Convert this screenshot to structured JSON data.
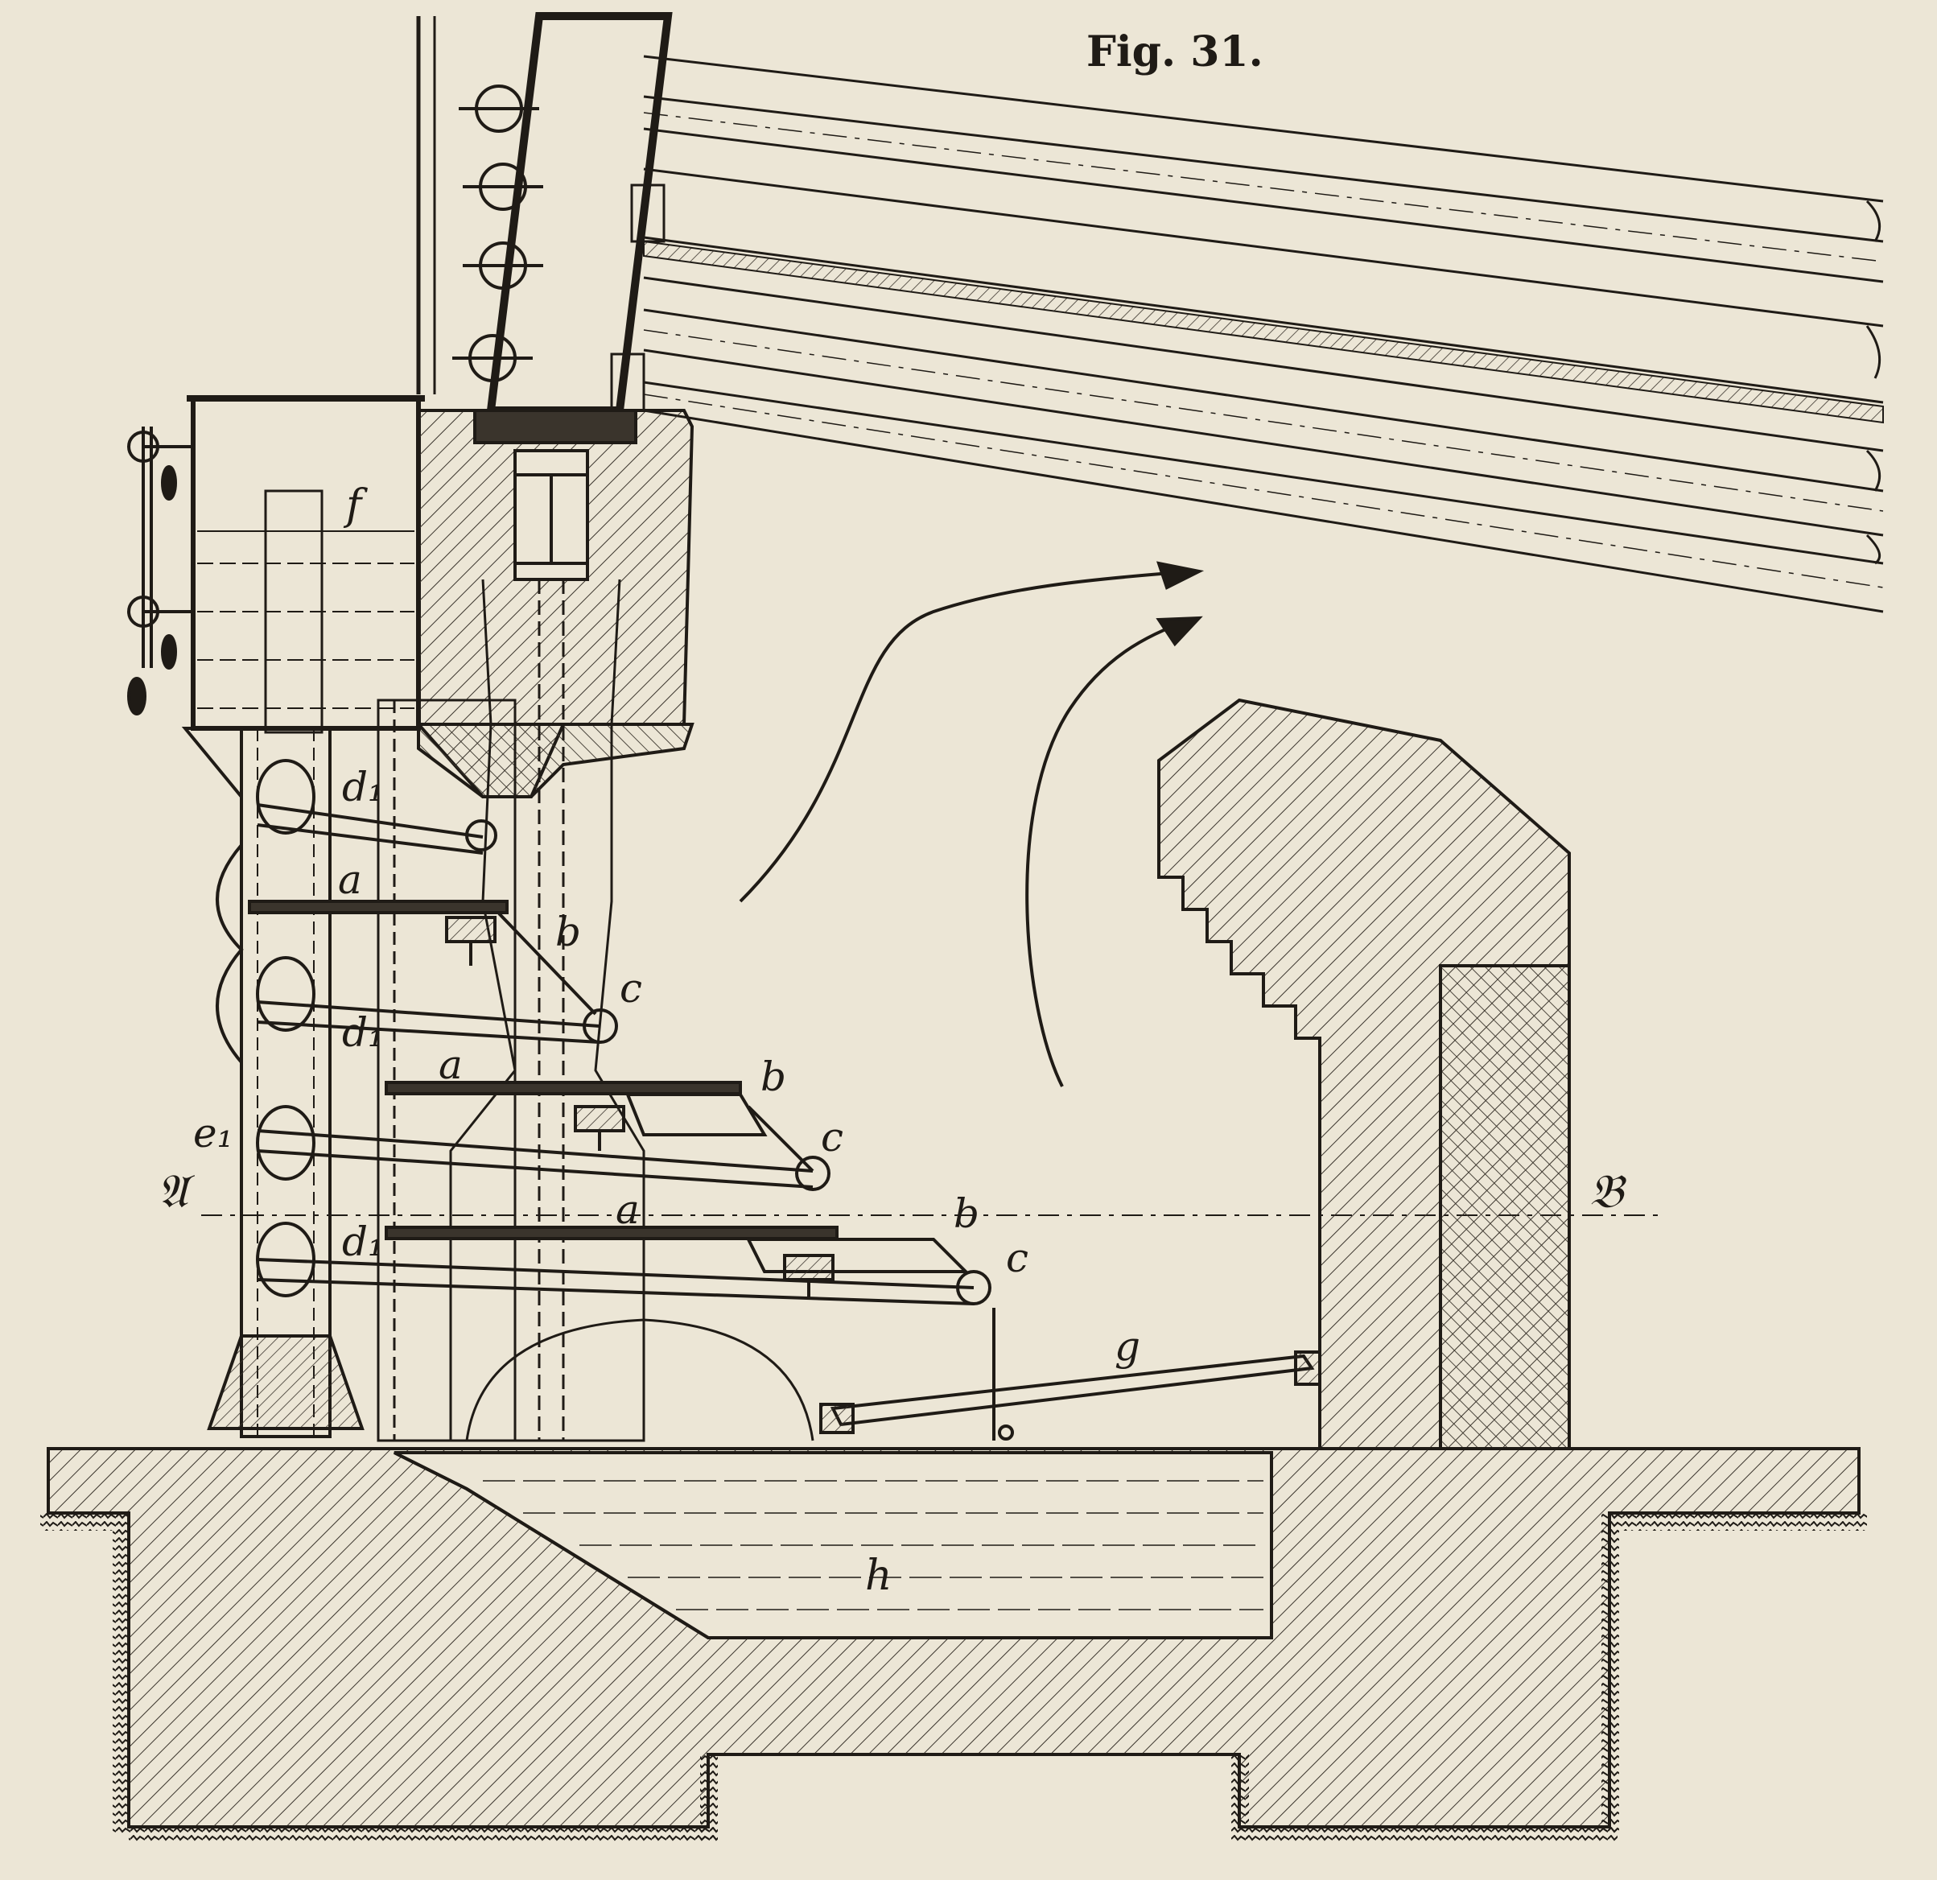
{
  "figure": {
    "title": "Fig. 31.",
    "colors": {
      "paper": "#ece6d6",
      "ink": "#1f1b16",
      "hatch": "#3a342c"
    },
    "labels": {
      "f": "f",
      "d1_top": "d₁",
      "a_top": "a",
      "b_top": "b",
      "c_top": "c",
      "d1_mid": "d₁",
      "a_mid": "a",
      "b_mid": "b",
      "c_mid": "c",
      "e1": "e₁",
      "A": "𝔄",
      "a_low": "a",
      "b_low": "b",
      "c_low": "c",
      "d1_low": "d₁",
      "g": "g",
      "h": "h",
      "B": "𝔅"
    }
  }
}
